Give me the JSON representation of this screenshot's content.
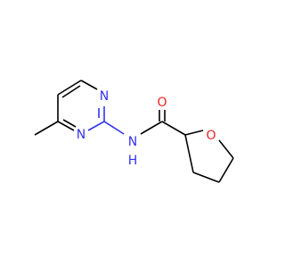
{
  "molecule": {
    "atoms": {
      "n_ring_top": "N",
      "n_ring_bottom": "N",
      "nh_n": "N",
      "nh_h": "H",
      "o_carbonyl": "O",
      "o_ring": "O"
    },
    "colors": {
      "carbon_bond": "#000000",
      "nitrogen": "#3333ee",
      "oxygen": "#ee2222"
    }
  }
}
